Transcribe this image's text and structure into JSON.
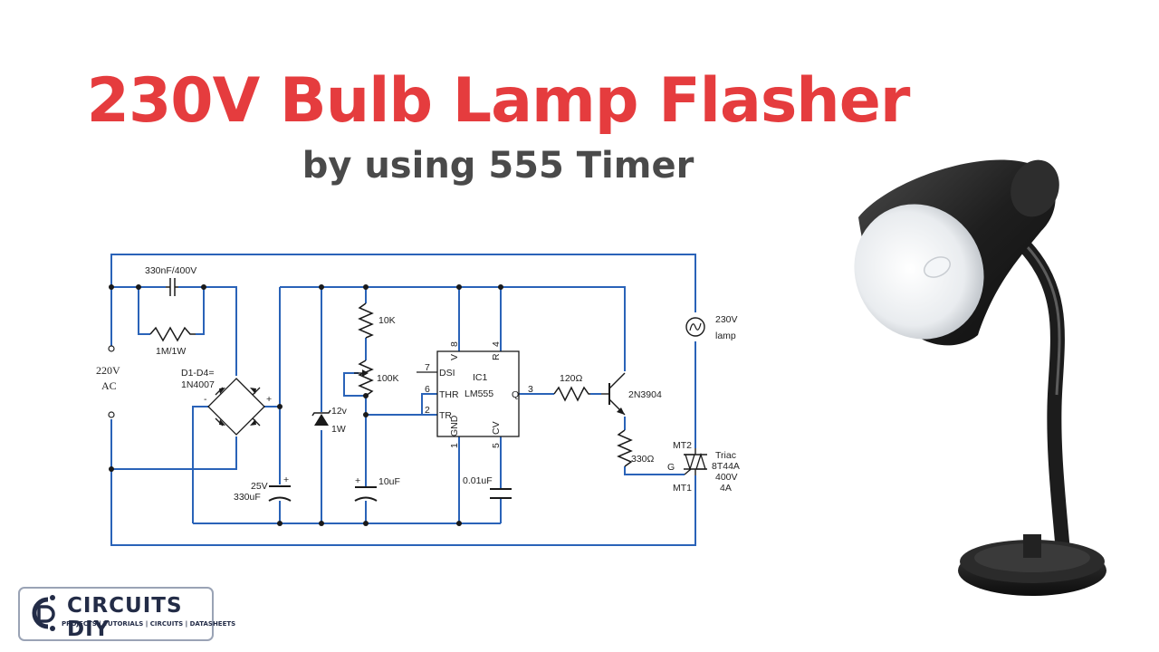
{
  "title": "230V Bulb Lamp Flasher",
  "subtitle": "by using 555 Timer",
  "colors": {
    "title": "#e53c3e",
    "subtitle": "#4a4a4a",
    "wire": "#2a63b8",
    "logo": "#232c47"
  },
  "schematic": {
    "cap_input": "330nF/400V",
    "resistor_input": "1M/1W",
    "supply_voltage": "220V",
    "supply_type": "AC",
    "bridge_name": "D1-D4=",
    "bridge_part": "1N4007",
    "plus_sign": "+",
    "minus_sign": "-",
    "filter_cap_voltage": "25V",
    "filter_cap_value": "330uF",
    "zener_voltage": "12v",
    "zener_power": "1W",
    "r1": "10K",
    "pot": "100K",
    "timing_cap": "10uF",
    "ic_name": "IC1",
    "ic_part": "LM555",
    "pin_dsi": "DSI",
    "pin_thr": "THR",
    "pin_tr": "TR",
    "pin_v": "V",
    "pin_r": "R",
    "pin_q": "Q",
    "pin_gnd": "GND",
    "pin_cv": "CV",
    "pin_num_7": "7",
    "pin_num_6": "6",
    "pin_num_2": "2",
    "pin_num_8": "8",
    "pin_num_4": "4",
    "pin_num_3": "3",
    "pin_num_1": "1",
    "pin_num_5": "5",
    "cv_cap": "0.01uF",
    "base_resistor": "120Ω",
    "transistor": "2N3904",
    "emitter_resistor": "330Ω",
    "triac_mt2": "MT2",
    "triac_mt1": "MT1",
    "triac_gate": "G",
    "triac_label": "Triac",
    "triac_part": "8T44A",
    "triac_voltage": "400V",
    "triac_current": "4A",
    "lamp_voltage": "230V",
    "lamp_label": "lamp"
  },
  "logo": {
    "brand": "CIRCUITS DIY",
    "tagline": "PROJECTS | TUTORIALS | CIRCUITS | DATASHEETS"
  }
}
